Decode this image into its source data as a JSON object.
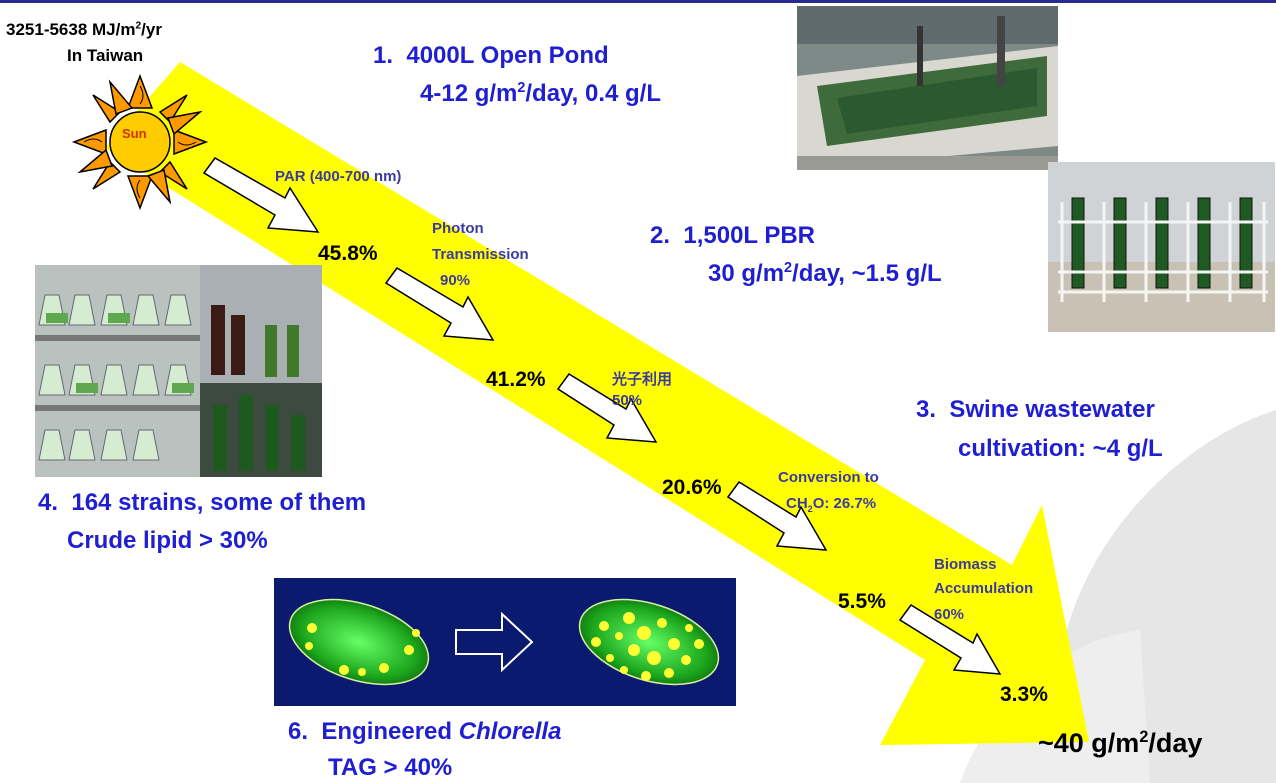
{
  "solar_energy": {
    "value_prefix": "3251-5638 MJ/m",
    "value_sup": "2",
    "value_suffix": "/yr",
    "location": "In Taiwan",
    "sun_label": "Sun"
  },
  "items": {
    "open_pond": {
      "number": "1.",
      "title": "4000L Open Pond",
      "detail_prefix": "4-12 g/m",
      "detail_sup": "2",
      "detail_suffix": "/day, 0.4 g/L"
    },
    "pbr": {
      "number": "2.",
      "title": "1,500L PBR",
      "detail_prefix": "30 g/m",
      "detail_sup": "2",
      "detail_suffix": "/day, ~1.5 g/L"
    },
    "swine": {
      "number": "3.",
      "line1": "Swine wastewater",
      "line2": "cultivation: ~4 g/L"
    },
    "strains": {
      "number": "4.",
      "line1": "164 strains, some of them",
      "line2": "Crude lipid > 30%"
    },
    "chlorella": {
      "number": "6.",
      "line1_prefix": "Engineered ",
      "line1_italic": "Chlorella",
      "line2": "TAG > 40%"
    }
  },
  "efficiency_chain": {
    "steps": [
      {
        "percent": "45.8%",
        "step_label": "PAR (400-700 nm)"
      },
      {
        "percent": "41.2%",
        "step_label_1": "Photon",
        "step_label_2": "Transmission",
        "step_value": "90%"
      },
      {
        "percent": "20.6%",
        "step_label_1": "光子利用",
        "step_value": "50%"
      },
      {
        "percent": "5.5%",
        "step_label_1": "Conversion to",
        "step_label_2_prefix": "CH",
        "step_label_2_sub": "2",
        "step_label_2_suffix": "O: 26.7%"
      },
      {
        "percent": "3.3%",
        "step_label_1": "Biomass",
        "step_label_2": "Accumulation",
        "step_value": "60%"
      }
    ]
  },
  "final_yield": {
    "prefix": "~40 g/m",
    "sup": "2",
    "suffix": "/day"
  },
  "colors": {
    "big_arrow": "#ffff00",
    "heading_blue": "#1f1fd1",
    "step_label": "#3b3b9e",
    "sun_orange": "#ff9900",
    "sun_center": "#ffcc00",
    "cell_green": "#33cc33",
    "cell_panel": "#0a1a6e",
    "lipid_yellow": "#ffff33"
  }
}
